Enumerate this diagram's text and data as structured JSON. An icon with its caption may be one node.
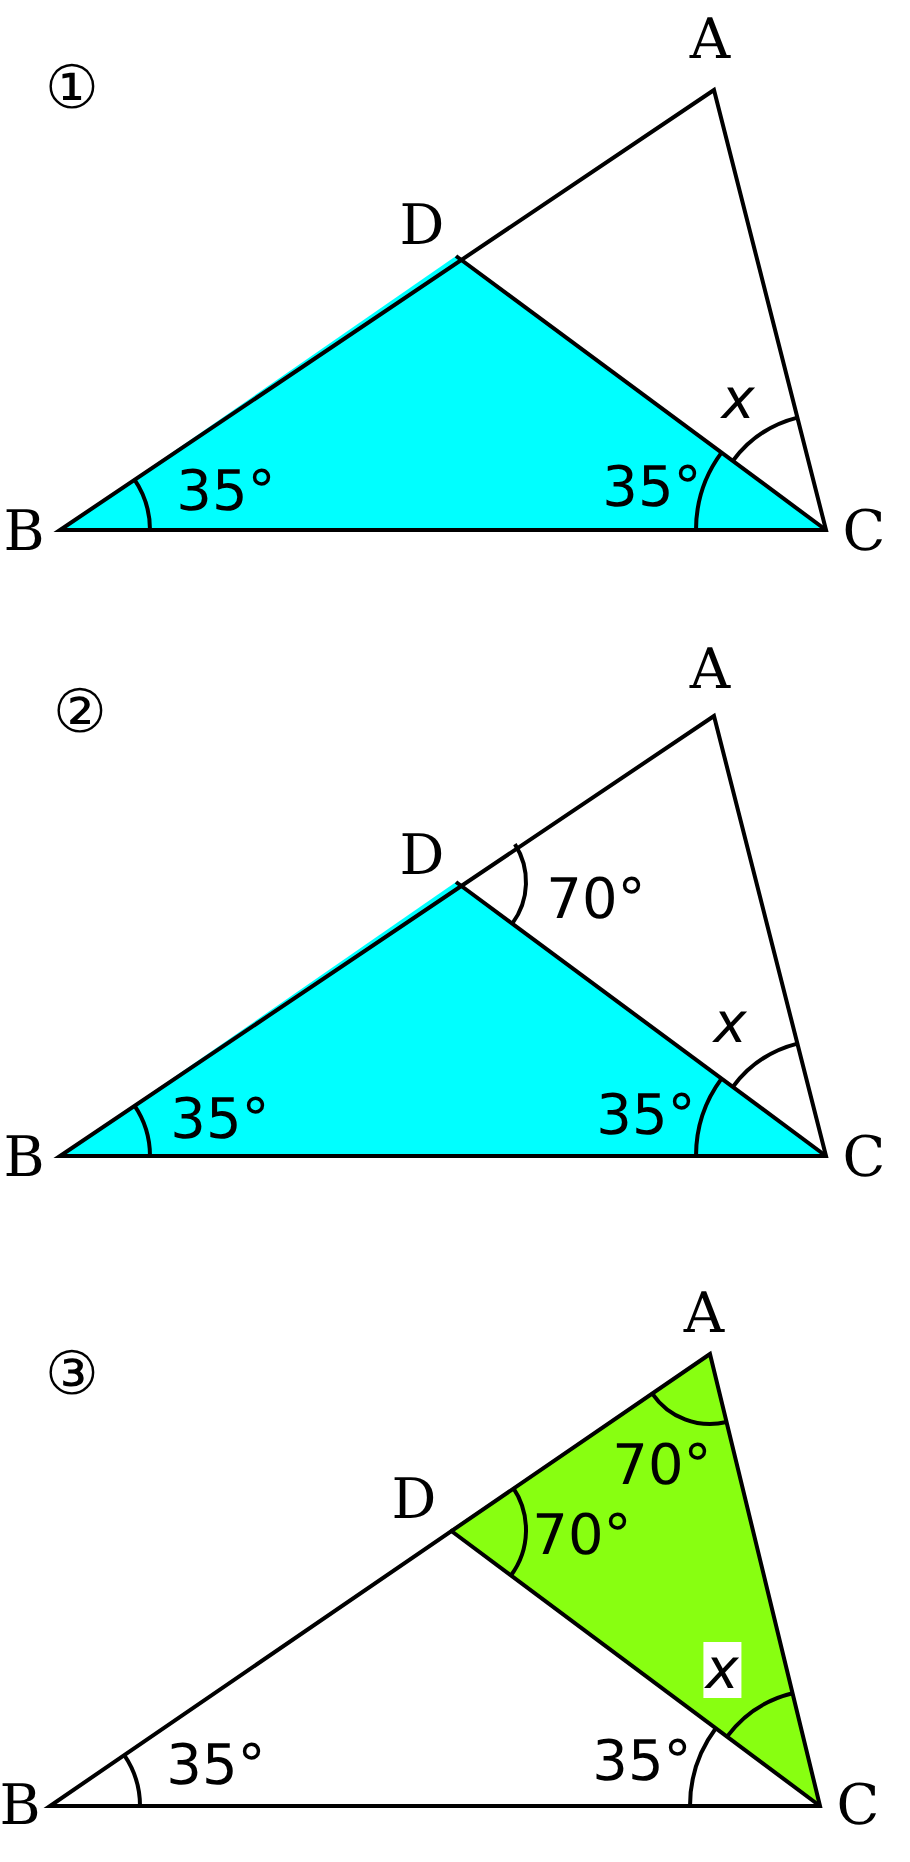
{
  "diagram": {
    "labels": [
      "①",
      "A",
      "D",
      "x",
      "B",
      "35°",
      "35°",
      "C",
      "②",
      "A",
      "D",
      "70°",
      "x",
      "B",
      "35°",
      "35°",
      "C",
      "③",
      "A",
      "D",
      "70°",
      "70°",
      "x",
      "B",
      "35°",
      "35°",
      "C"
    ]
  }
}
